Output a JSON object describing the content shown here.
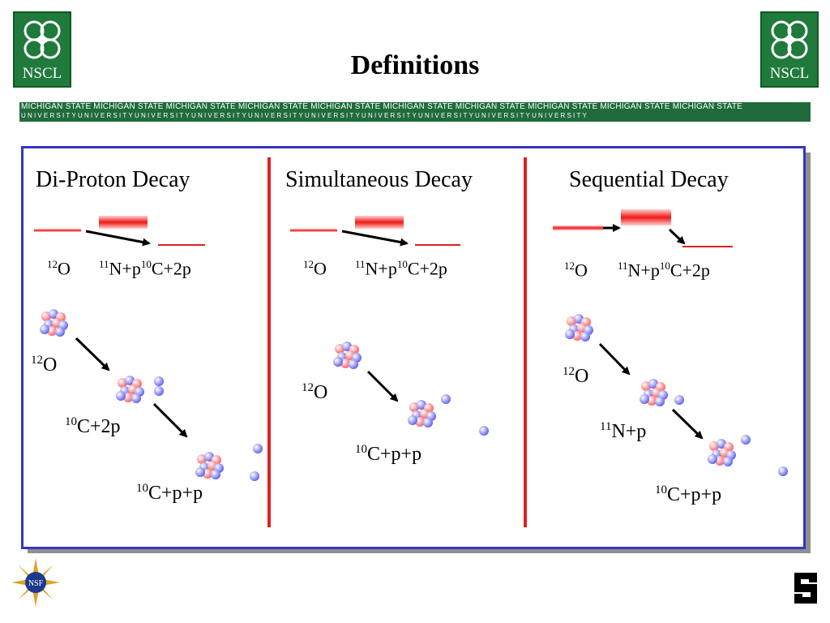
{
  "title": "Definitions",
  "logo_text": "NSCL",
  "band": {
    "top": "MICHIGAN STATE MICHIGAN STATE MICHIGAN STATE MICHIGAN STATE MICHIGAN STATE MICHIGAN STATE MICHIGAN STATE MICHIGAN STATE MICHIGAN STATE MICHIGAN STATE",
    "bottom": "UNIVERSITYUNIVERSITYUNIVERSITYUNIVERSITYUNIVERSITYUNIVERSITYUNIVERSITYUNIVERSITYUNIVERSITYUNIVERSITY"
  },
  "panels": [
    {
      "heading": "Di-Proton Decay"
    },
    {
      "heading": "Simultaneous Decay"
    },
    {
      "heading": "Sequential Decay"
    }
  ],
  "nsf_text": "NSF",
  "colors": {
    "accent": "#e02020",
    "frame": "#3434c8",
    "green": "#1f7a3c"
  }
}
